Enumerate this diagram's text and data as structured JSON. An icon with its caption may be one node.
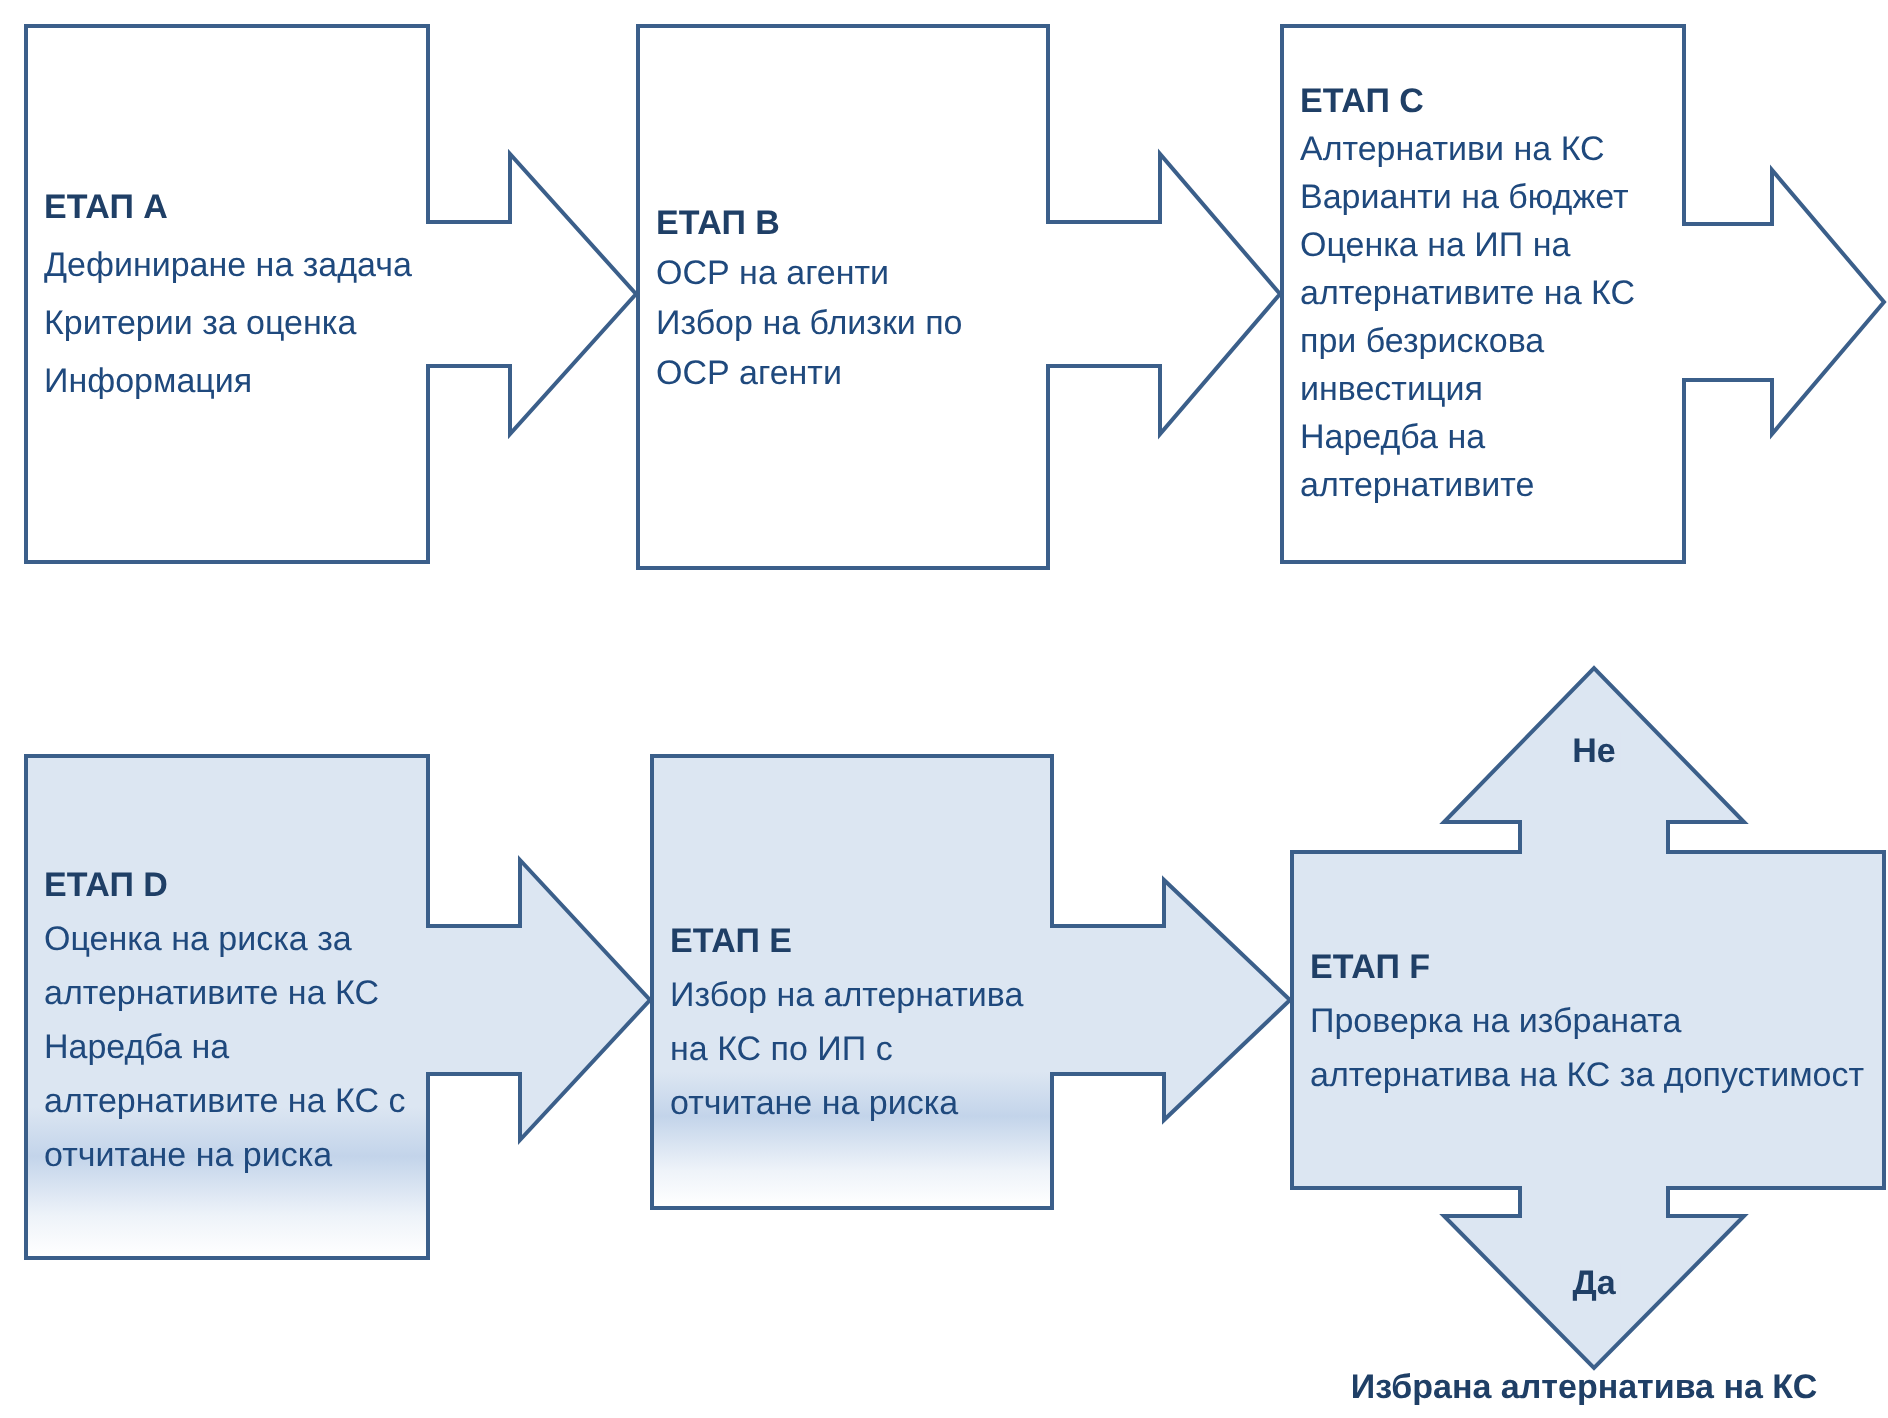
{
  "diagram": {
    "nodes": [
      {
        "text": [
          "ЕТАП A",
          "Дефиниране на задача",
          "Критерии за оценка",
          "Информация"
        ]
      },
      {
        "text": [
          "ЕТАП B",
          "ОСР на агенти",
          "Избор на близки по ОСР агенти"
        ]
      },
      {
        "text": [
          "ЕТАП C",
          "Алтернативи на КС",
          "Варианти на бюджет",
          "Оценка на ИП на алтернативите на КС при безрискова инвестиция",
          "Наредба на алтернативите"
        ]
      },
      {
        "text": [
          "ЕТАП D",
          "Оценка на риска за алтернативите на КС",
          "Наредба на алтернативите на КС с отчитане на риска"
        ]
      },
      {
        "text": [
          "ЕТАП E",
          "Избор на алтернатива на КС по ИП с отчитане на риска"
        ]
      },
      {
        "text": [
          "ЕТАП F",
          "Проверка на избраната алтернатива на КС за допустимост"
        ]
      },
      {
        "text": [
          "Избрана алтернатива на КС"
        ]
      }
    ],
    "edges": [
      {
        "from": 0,
        "to": 1,
        "arrow": "to"
      },
      {
        "from": 1,
        "to": 2,
        "arrow": "to"
      },
      {
        "from": 2,
        "to": null,
        "arrow": "to"
      },
      {
        "from": 3,
        "to": 4,
        "arrow": "to"
      },
      {
        "from": 4,
        "to": 5,
        "arrow": "to"
      },
      {
        "from": 5,
        "to": null,
        "arrow": "to",
        "label": "Не"
      },
      {
        "from": 5,
        "to": 6,
        "arrow": "to",
        "label": "Да"
      }
    ]
  }
}
